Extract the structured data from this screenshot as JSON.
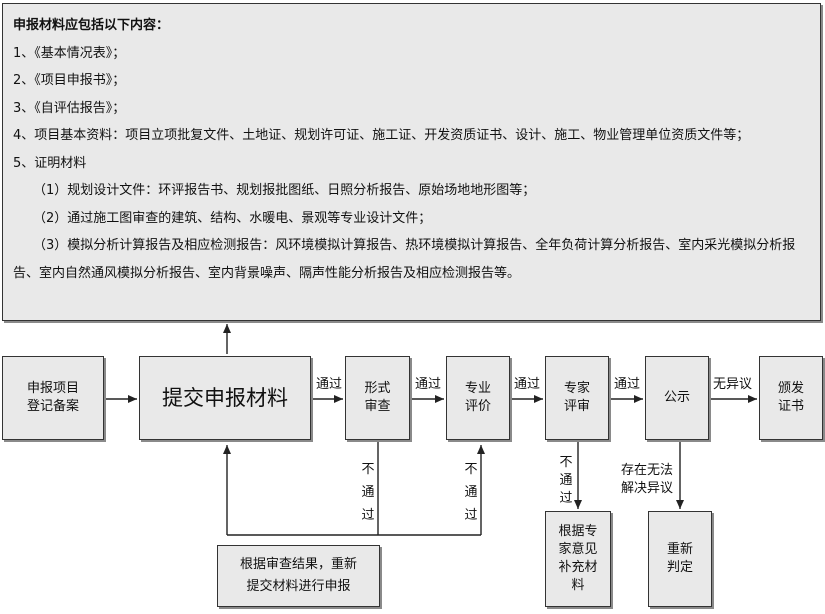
{
  "requirements": {
    "title": "申报材料应包括以下内容：",
    "items": [
      "1、《基本情况表》；",
      "2、《项目申报书》；",
      "3、《自评估报告》；",
      "4、项目基本资料：项目立项批复文件、土地证、规划许可证、施工证、开发资质证书、设计、施工、物业管理单位资质文件等；",
      "5、证明材料"
    ],
    "subitems": [
      "（1）规划设计文件：环评报告书、规划报批图纸、日照分析报告、原始场地地形图等；",
      "（2）通过施工图审查的建筑、结构、水暖电、景观等专业设计文件；",
      "（3）模拟分析计算报告及相应检测报告：风环境模拟计算报告、热环境模拟计算报告、全年负荷计算分析报告、室内采光模拟分析报告、室内自然通风模拟分析报告、室内背景噪声、隔声性能分析报告及相应检测报告等。"
    ]
  },
  "nodes": {
    "register": "申报项目\n登记备案",
    "submit": "提交申报材料",
    "formal": "形式\n审查",
    "professional": "专业\n评价",
    "expert": "专家\n评审",
    "publicity": "公示",
    "certificate": "颁发\n证书",
    "supplement": "根据专\n家意见\n补充材\n料",
    "rejudge": "重新\n判定",
    "resubmit": "根据审查结果，重新\n提交材料进行申报"
  },
  "edges": {
    "pass1": "通过",
    "pass2": "通过",
    "pass3": "通过",
    "pass4": "通过",
    "no_objection": "无异议",
    "fail_formal": "不\n通\n过",
    "fail_professional": "不\n通\n过",
    "fail_expert": "不\n通\n过",
    "objection": "存在无法\n解决异议"
  }
}
